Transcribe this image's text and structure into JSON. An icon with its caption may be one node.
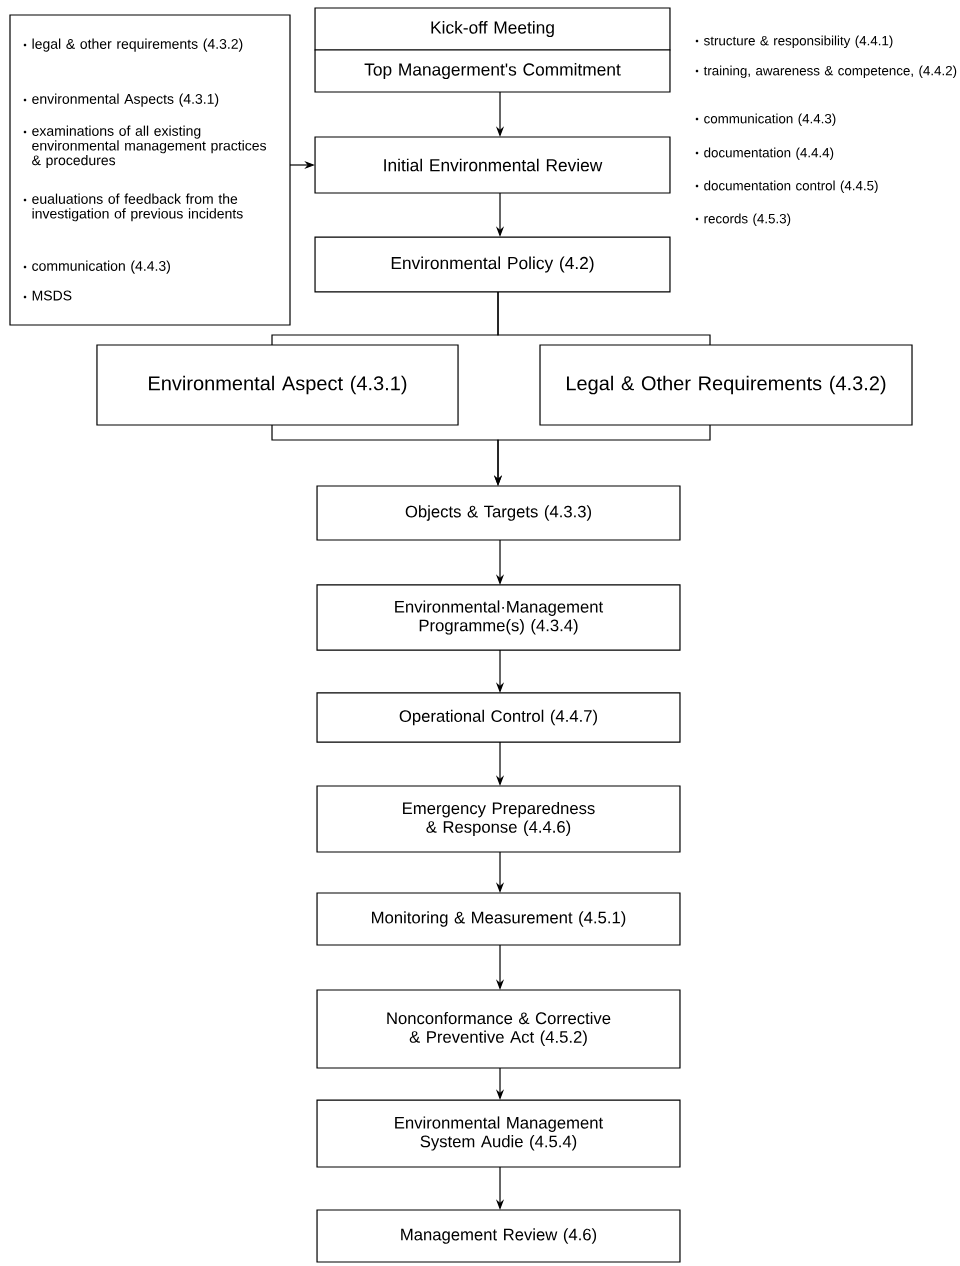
{
  "diagram": {
    "nodes": [
      {
        "text": [
          "legal & other requirements (4.3.2)",
          "environmental Aspects (4.3.1)",
          "examinations of all existing environmental management practices & procedures",
          "eualuations of feedback from the investigation of previous incidents",
          "communication (4.4.3)",
          "MSDS"
        ]
      },
      {
        "text": [
          "Kick-off Meeting"
        ]
      },
      {
        "text": [
          "Top Managerment's Commitment"
        ]
      },
      {
        "text": [
          "Initial Environmental Review"
        ]
      },
      {
        "text": [
          "Environmental Policy (4.2)"
        ]
      },
      {
        "text": [
          "Environmental Aspect (4.3.1)"
        ]
      },
      {
        "text": [
          "Legal & Other Requirements (4.3.2)"
        ]
      },
      {
        "text": [
          "Objects & Targets (4.3.3)"
        ]
      },
      {
        "text": [
          "Environmental·Management Programme(s) (4.3.4)"
        ]
      },
      {
        "text": [
          "Operational Control (4.4.7)"
        ]
      },
      {
        "text": [
          "Emergency Preparedness & Response (4.4.6)"
        ]
      },
      {
        "text": [
          "Monitoring & Measurement (4.5.1)"
        ]
      },
      {
        "text": [
          "Nonconformance & Corrective & Preventive Act (4.5.2)"
        ]
      },
      {
        "text": [
          "Environmental Management System Audie (4.5.4)"
        ]
      },
      {
        "text": [
          "Management Review (4.6)"
        ]
      }
    ],
    "edges": [
      {
        "from": 0,
        "to": 3,
        "arrow": "to"
      },
      {
        "from": 2,
        "to": 3,
        "arrow": "to"
      },
      {
        "from": 3,
        "to": 4,
        "arrow": "to"
      },
      {
        "from": 4,
        "to": 5,
        "arrow": "none"
      },
      {
        "from": 4,
        "to": 6,
        "arrow": "none"
      },
      {
        "from": 5,
        "to": 7,
        "arrow": "to"
      },
      {
        "from": 6,
        "to": 7,
        "arrow": "to"
      },
      {
        "from": 7,
        "to": 8,
        "arrow": "to"
      },
      {
        "from": 8,
        "to": 9,
        "arrow": "to"
      },
      {
        "from": 9,
        "to": 10,
        "arrow": "to"
      },
      {
        "from": 10,
        "to": 11,
        "arrow": "to"
      },
      {
        "from": 11,
        "to": 12,
        "arrow": "to"
      },
      {
        "from": 12,
        "to": 13,
        "arrow": "to"
      },
      {
        "from": 13,
        "to": 14,
        "arrow": "to"
      }
    ],
    "labels": [
      "structure & responsibility (4.4.1)",
      "training, awareness & competence, (4.4.2)",
      "communication (4.4.3)",
      "documentation (4.4.4)",
      "documentation control (4.4.5)",
      "records (4.5.3)"
    ]
  }
}
